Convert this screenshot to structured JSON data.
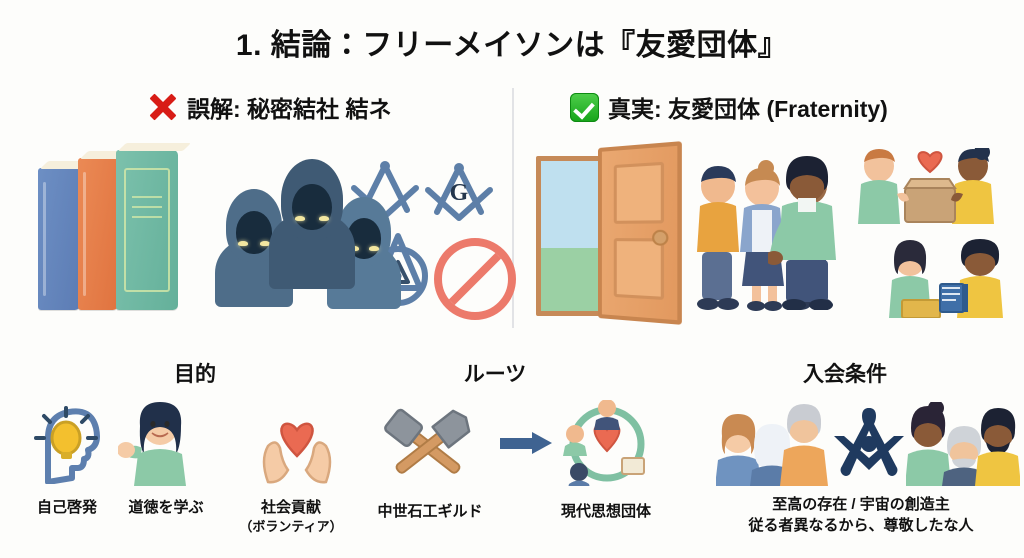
{
  "title": "1. 結論：フリーメイソンは『友愛団体』",
  "comparison": {
    "left": {
      "icon": "red-x-icon",
      "text": "誤解: 秘密結社  結ネ",
      "illustrations": [
        "old-books",
        "hooded-figures",
        "square-and-compass",
        "square-compass-g",
        "all-seeing-eye",
        "prohibition-sign"
      ]
    },
    "right": {
      "icon": "green-check-icon",
      "text": "真実: 友愛団体 (Fraternity)",
      "illustrations": [
        "open-door",
        "handshake-group",
        "charity-donation-box",
        "reading-together"
      ]
    }
  },
  "sections": [
    {
      "title": "目的",
      "items": [
        {
          "icon": "head-lightbulb-icon",
          "label": "自己啓発",
          "sub": ""
        },
        {
          "icon": "person-waving-icon",
          "label": "道徳を学ぶ",
          "sub": ""
        },
        {
          "icon": "hands-holding-heart-icon",
          "label": "社会貢献",
          "sub": "（ボランティア）"
        }
      ]
    },
    {
      "title": "ルーツ",
      "items": [
        {
          "icon": "crossed-hammers-icon",
          "label": "中世石工ギルド",
          "sub": ""
        },
        {
          "icon": "community-circle-icon",
          "label": "現代思想団体",
          "sub": ""
        }
      ],
      "connector": "arrow-right-icon"
    },
    {
      "title": "入会条件",
      "items": [
        {
          "icon": "diverse-people-icon",
          "label": "",
          "sub": ""
        },
        {
          "icon": "masonic-square-compass-icon",
          "label": "",
          "sub": ""
        }
      ],
      "caption_line1": "至高の存在 / 宇宙の創造主",
      "caption_line2": "従る者異なるから、尊敬したな人"
    }
  ],
  "colors": {
    "background": "#fdfdfb",
    "text": "#111111",
    "x_red": "#d81c16",
    "check_green": "#1ba31e",
    "divider": "#e2e3e6",
    "masonic_navy": "#1f3a5f",
    "heart_red": "#ea6a52",
    "accent_blue": "#3f6391",
    "teal": "#7fc0a2"
  }
}
